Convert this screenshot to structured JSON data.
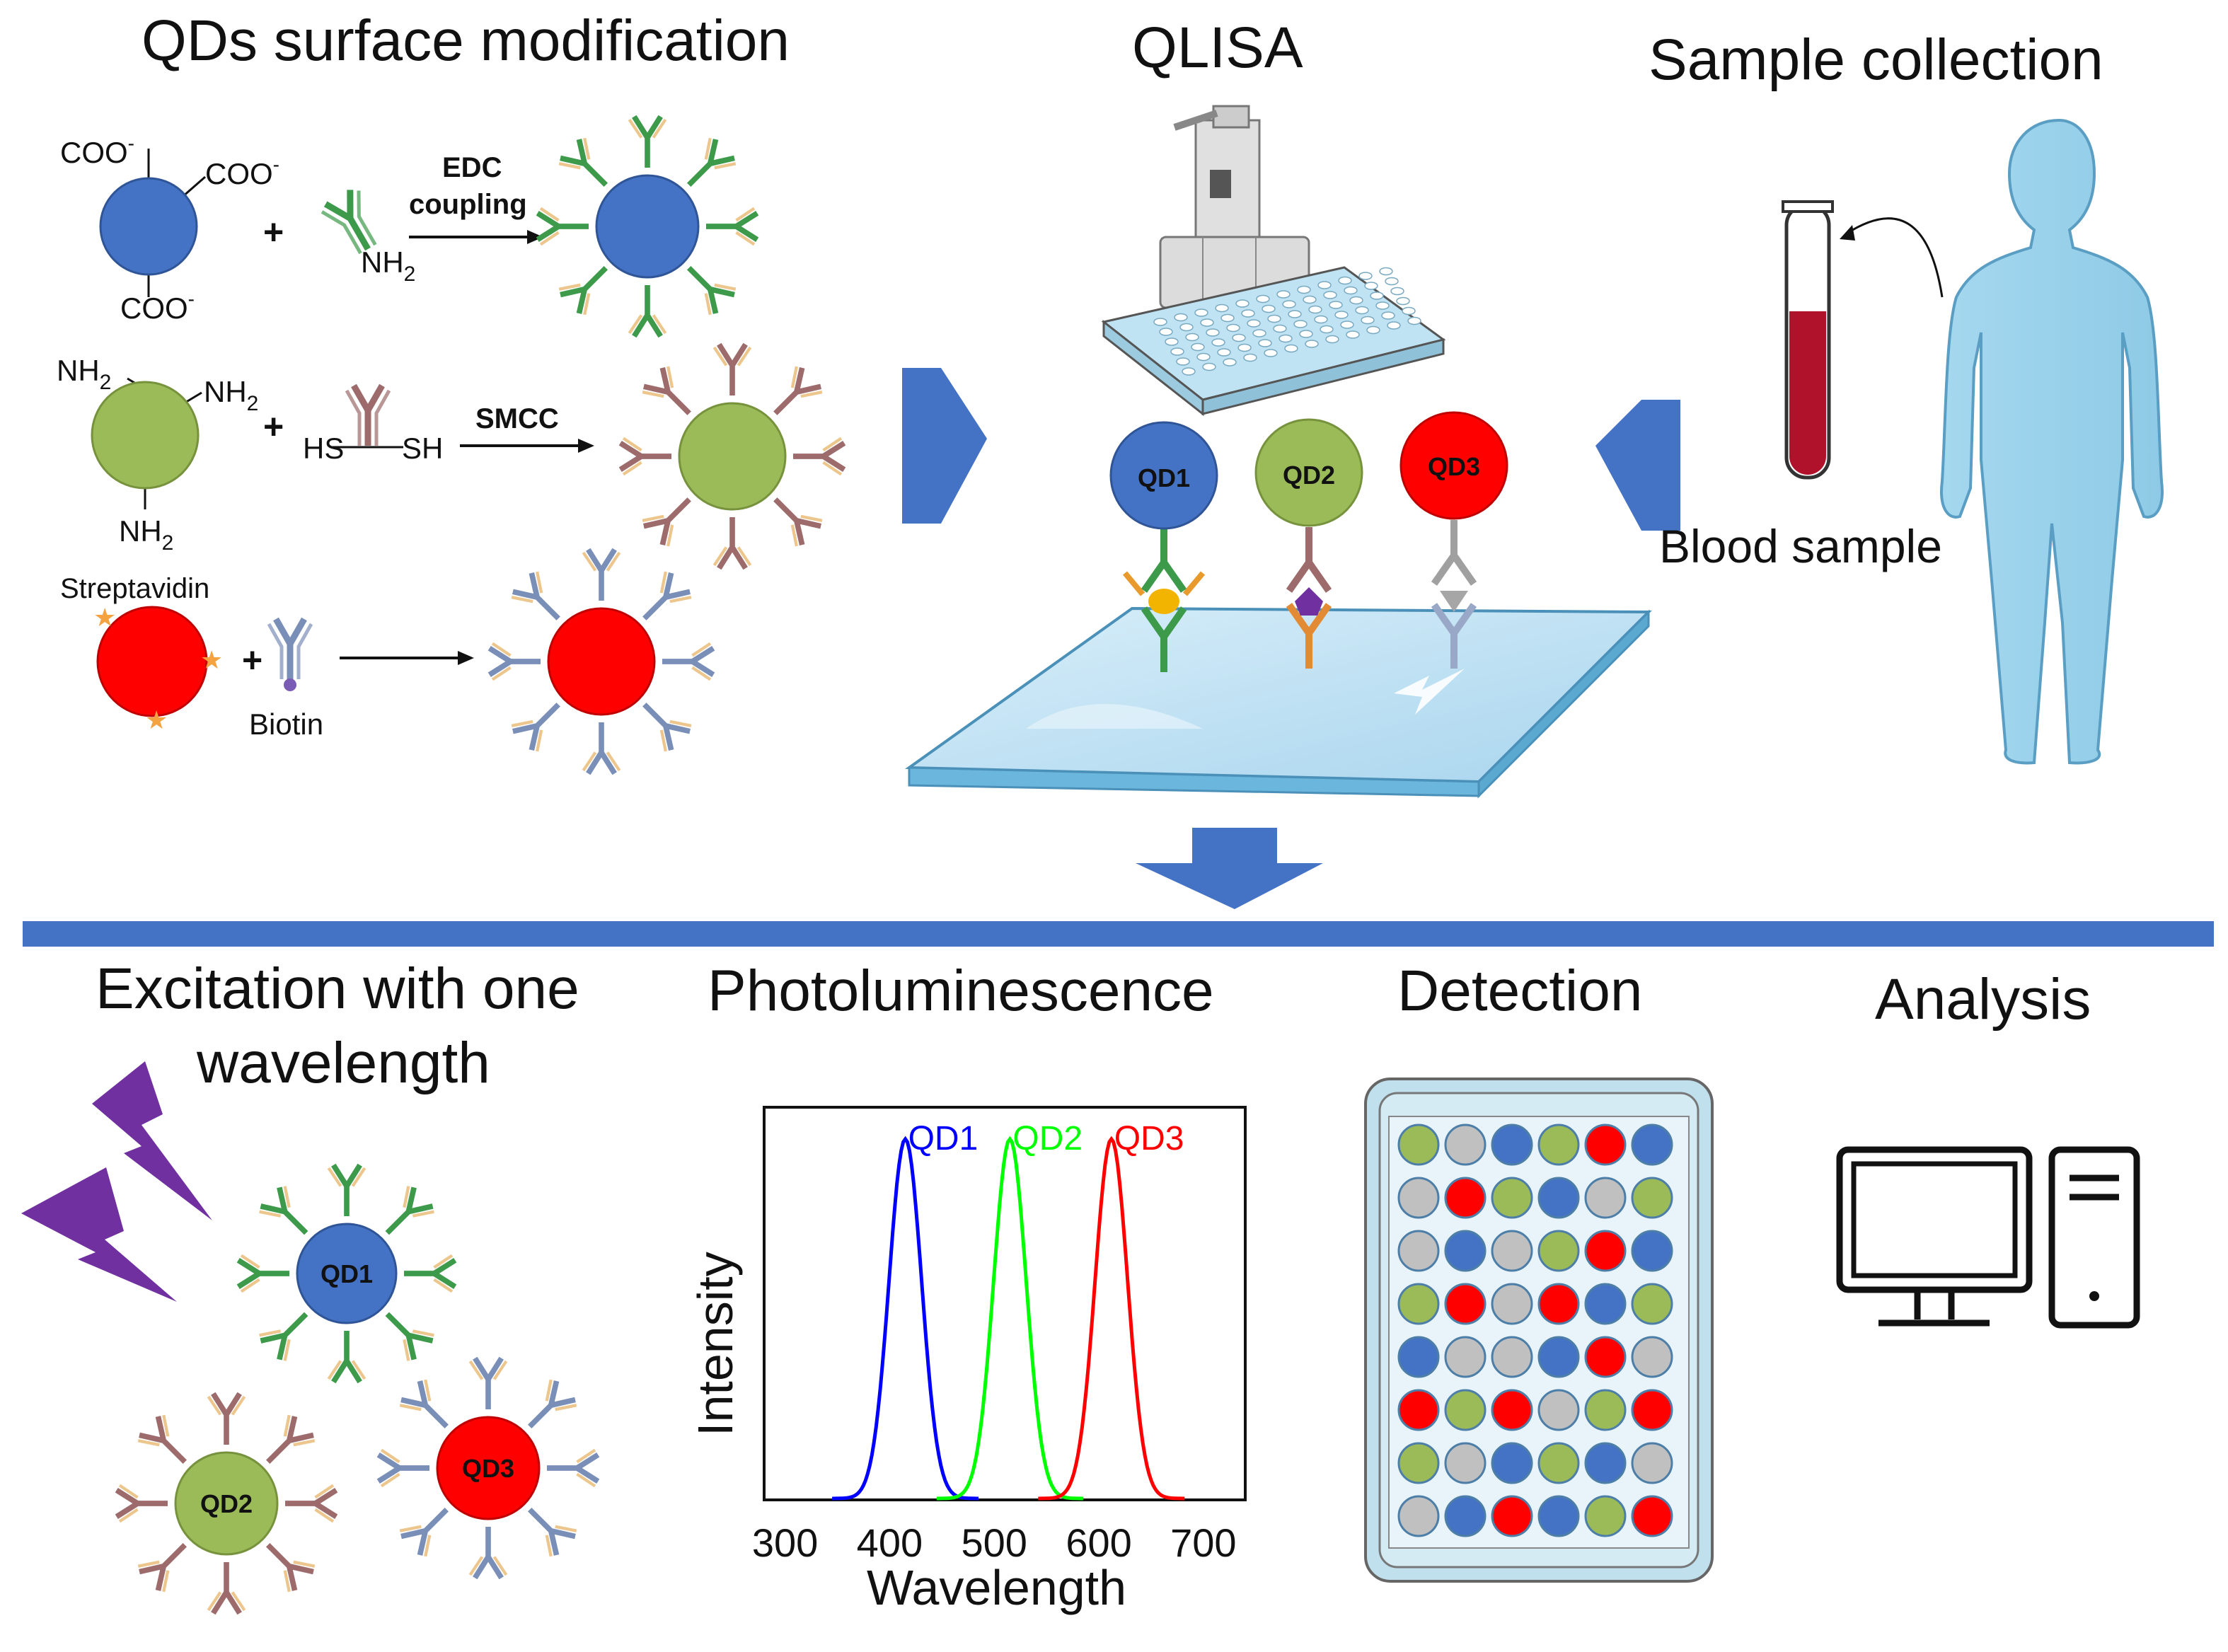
{
  "titles": {
    "qds": "QDs surface modification",
    "qlisa": "QLISA",
    "sample": "Sample collection",
    "excitation_1": "Excitation with one",
    "excitation_2": "wavelength",
    "photolum": "Photoluminescence",
    "detection": "Detection",
    "analysis": "Analysis"
  },
  "chem": {
    "coo": "COO",
    "coo_sup": "-",
    "nh": "NH",
    "nh_sub": "2",
    "edc": "EDC",
    "coupling": "coupling",
    "smcc": "SMCC",
    "hs": "HS",
    "sh": "SH",
    "streptavidin": "Streptavidin",
    "biotin": "Biotin",
    "plus": "+"
  },
  "labels": {
    "qd1": "QD1",
    "qd2": "QD2",
    "qd3": "QD3",
    "blood": "Blood sample"
  },
  "colors": {
    "qd1": "#4472c4",
    "qd2": "#9bbb59",
    "qd3": "#ff0000",
    "arrow": "#4472c4",
    "divider": "#4472c4"
  },
  "chart_data": {
    "type": "line",
    "xlabel": "Wavelength",
    "ylabel": "Intensity",
    "xlim": [
      280,
      740
    ],
    "xticks": [
      "300",
      "400",
      "500",
      "600",
      "700"
    ],
    "series": [
      {
        "name": "QD1",
        "center": 415,
        "color": "#0000ff"
      },
      {
        "name": "QD2",
        "center": 515,
        "color": "#00ff00"
      },
      {
        "name": "QD3",
        "center": 612,
        "color": "#ff0000"
      }
    ]
  },
  "plate_wells": [
    [
      "g",
      "s",
      "b",
      "g",
      "r",
      "b"
    ],
    [
      "s",
      "r",
      "g",
      "b",
      "s",
      "g"
    ],
    [
      "s",
      "b",
      "s",
      "g",
      "r",
      "b"
    ],
    [
      "g",
      "r",
      "s",
      "r",
      "b",
      "g"
    ],
    [
      "b",
      "s",
      "s",
      "b",
      "r",
      "s"
    ],
    [
      "r",
      "g",
      "r",
      "s",
      "g",
      "r"
    ],
    [
      "g",
      "s",
      "b",
      "g",
      "b",
      "s"
    ],
    [
      "s",
      "b",
      "r",
      "b",
      "g",
      "r"
    ]
  ]
}
